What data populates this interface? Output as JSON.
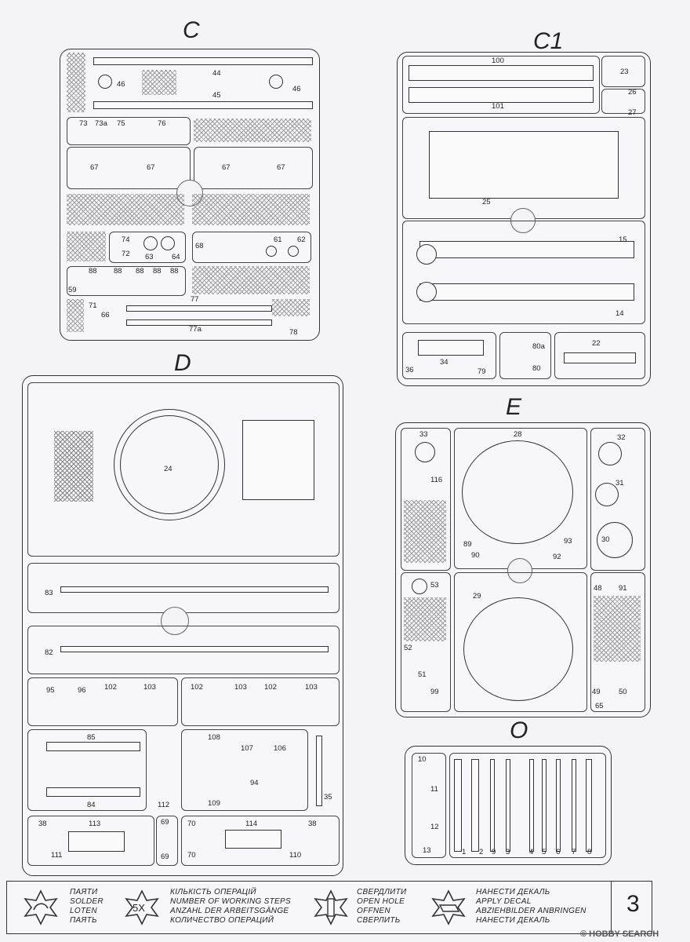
{
  "frames": {
    "C": "C",
    "C1": "C1",
    "D": "D",
    "E": "E",
    "O": "O"
  },
  "parts": {
    "C": [
      "44",
      "45",
      "46",
      "46",
      "73",
      "73a",
      "75",
      "76",
      "67",
      "67",
      "67",
      "67",
      "68",
      "61",
      "62",
      "74",
      "72",
      "63",
      "64",
      "88",
      "88",
      "88",
      "88",
      "88",
      "59",
      "71",
      "66",
      "77",
      "77a",
      "78"
    ],
    "C1": [
      "100",
      "101",
      "23",
      "26",
      "27",
      "25",
      "15",
      "14",
      "36",
      "34",
      "79",
      "80a",
      "80",
      "22"
    ],
    "D": [
      "24",
      "83",
      "82",
      "95",
      "96",
      "102",
      "103",
      "102",
      "103",
      "102",
      "103",
      "85",
      "84",
      "112",
      "108",
      "107",
      "106",
      "94",
      "109",
      "35",
      "38",
      "113",
      "111",
      "69",
      "69",
      "70",
      "70",
      "114",
      "38",
      "110"
    ],
    "E": [
      "33",
      "28",
      "32",
      "116",
      "31",
      "30",
      "89",
      "90",
      "93",
      "92",
      "53",
      "29",
      "48",
      "91",
      "52",
      "51",
      "99",
      "49",
      "50",
      "65"
    ],
    "O": [
      "10",
      "11",
      "12",
      "13",
      "1",
      "2",
      "9",
      "3",
      "4",
      "5",
      "6",
      "7",
      "8"
    ]
  },
  "legend": {
    "solder": [
      "ПАЯТИ",
      "SOLDER",
      "LOTEN",
      "ПАЯТЬ"
    ],
    "steps_badge": "5X",
    "steps": [
      "КІЛЬКІСТЬ ОПЕРАЦІЙ",
      "NUMBER OF WORKING STEPS",
      "ANZAHL DER ARBEITSGÄNGE",
      "КОЛИЧЕСТВО ОПЕРАЦИЙ"
    ],
    "drill": [
      "СВЕРДЛИТИ",
      "OPEN HOLE",
      "OFFNEN",
      "СВЕРЛИТЬ"
    ],
    "decal": [
      "НАНЕСТИ ДЕКАЛЬ",
      "APPLY DECAL",
      "ABZIEHBILDER ANBRINGEN",
      "НАНЕСТИ ДЕКАЛЬ"
    ]
  },
  "page_number": "3",
  "watermark": "© HOBBY SEARCH"
}
